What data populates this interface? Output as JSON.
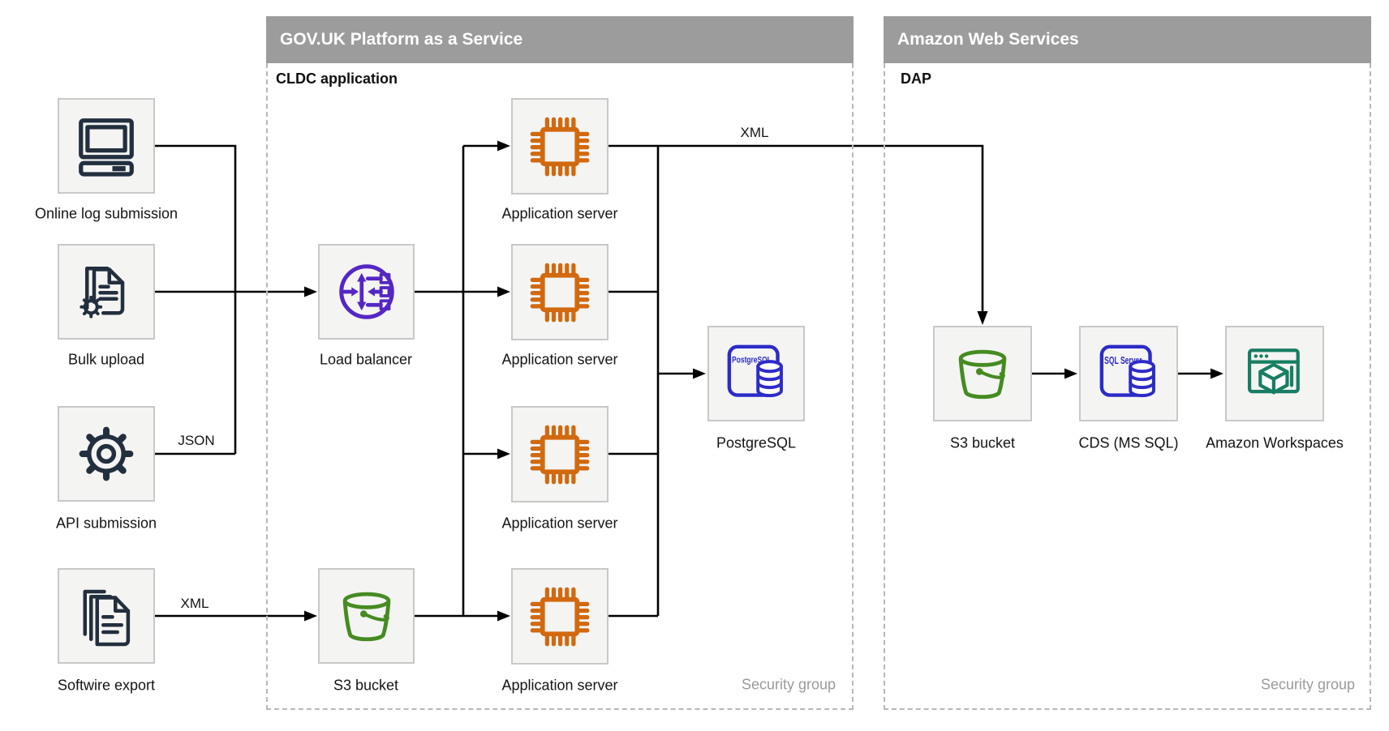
{
  "containers": [
    {
      "title": "GOV.UK Platform as a Service",
      "subtitle": "CLDC application",
      "corner_label": "Security group"
    },
    {
      "title": "Amazon Web Services",
      "subtitle": "DAP",
      "corner_label": "Security group"
    }
  ],
  "nodes": [
    {
      "label": "Online log submission",
      "icon": "computer-icon"
    },
    {
      "label": "Bulk upload",
      "icon": "document-gear-icon"
    },
    {
      "label": "API submission",
      "icon": "gear-icon"
    },
    {
      "label": "Softwire export",
      "icon": "documents-stack-icon"
    },
    {
      "label": "Load balancer",
      "icon": "load-balancer-icon"
    },
    {
      "label": "S3 bucket",
      "icon": "bucket-icon"
    },
    {
      "label": "Application server",
      "icon": "chip-icon"
    },
    {
      "label": "Application server",
      "icon": "chip-icon"
    },
    {
      "label": "Application server",
      "icon": "chip-icon"
    },
    {
      "label": "Application server",
      "icon": "chip-icon"
    },
    {
      "label": "PostgreSQL",
      "icon": "postgresql-database-icon",
      "icon_text": "PostgreSQL"
    },
    {
      "label": "S3 bucket",
      "icon": "bucket-icon"
    },
    {
      "label": "CDS (MS SQL)",
      "icon": "sql-server-database-icon",
      "icon_text": "SQL Server"
    },
    {
      "label": "Amazon Workspaces",
      "icon": "workspaces-icon"
    }
  ],
  "edge_labels": {
    "api_to_junction": "JSON",
    "softwire_to_s3": "XML",
    "app_to_aws": "XML"
  },
  "colors": {
    "line": "#000000",
    "navy": "#222F3E",
    "purple": "#5427C4",
    "orange": "#D2690F",
    "green": "#458B21",
    "blue": "#2D2BC8",
    "teal": "#177E63",
    "header_gray": "#9C9C9C",
    "dashed_border": "#B8B8B8",
    "box_fill": "#F4F4F3",
    "box_border": "#C8C8C8",
    "label": "#141414",
    "muted": "#9A9A9A"
  }
}
